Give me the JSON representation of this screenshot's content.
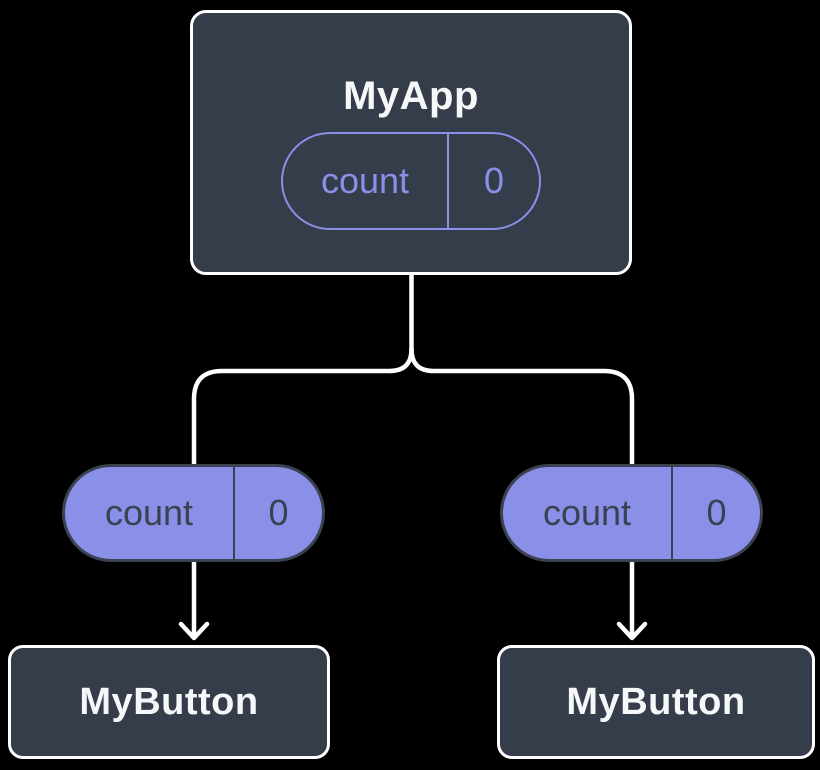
{
  "diagram": {
    "description": "React component tree: parent component holding state passed as props to two child components",
    "colors": {
      "background": "#000000",
      "node_fill": "#353C4A",
      "node_border": "#FFFFFF",
      "title_text": "#F6F7F9",
      "accent_purple": "#8A90E8",
      "dark_on_purple": "#3A4150",
      "connector": "#FFFFFF"
    },
    "root_node": {
      "title": "MyApp",
      "state_pill": {
        "label": "count",
        "value": "0"
      }
    },
    "children": [
      {
        "prop_pill": {
          "label": "count",
          "value": "0"
        },
        "node": {
          "title": "MyButton"
        }
      },
      {
        "prop_pill": {
          "label": "count",
          "value": "0"
        },
        "node": {
          "title": "MyButton"
        }
      }
    ]
  }
}
